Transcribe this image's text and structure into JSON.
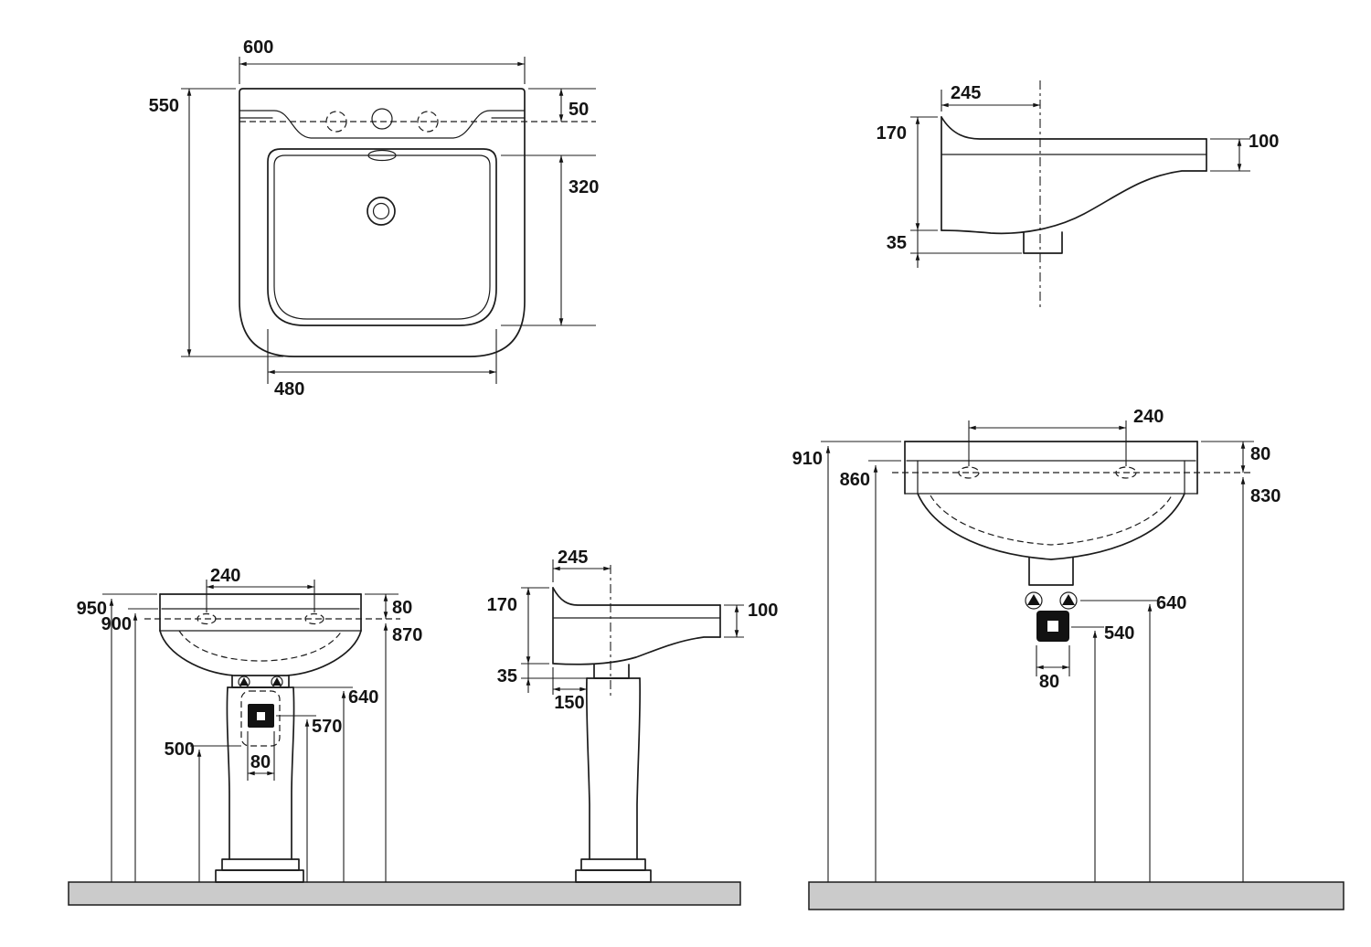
{
  "background": "#ffffff",
  "line_color": "#1c1c1c",
  "ground_color": "#cbcbcb",
  "views": {
    "plan": {
      "title": "washbasin-top-view",
      "dims": {
        "width": "600",
        "depth": "550",
        "hole_offset": "50",
        "basin_depth": "320",
        "basin_width": "480"
      }
    },
    "side": {
      "title": "washbasin-side-section",
      "dims": {
        "depth_to_center": "245",
        "height": "170",
        "outlet_drop": "35",
        "rim_height": "100"
      }
    },
    "front_pedestal": {
      "title": "front-view-with-pedestal",
      "dims": {
        "total_height": "950",
        "rim_height": "900",
        "hole_spacing": "240",
        "hole_drop": "80",
        "hole_height": "870",
        "bracket_height": "640",
        "outlet_height": "570",
        "opening_height": "500",
        "outlet_width": "80"
      }
    },
    "side_pedestal": {
      "title": "side-view-with-pedestal",
      "dims": {
        "depth_to_center": "245",
        "height": "170",
        "outlet_drop": "35",
        "rim_height": "100",
        "pedestal_depth": "150"
      }
    },
    "front_wall": {
      "title": "front-view-wall-hung",
      "dims": {
        "total_height": "910",
        "rim_height": "860",
        "hole_spacing": "240",
        "hole_drop": "80",
        "hole_height": "830",
        "bracket_height": "640",
        "outlet_height": "540",
        "outlet_width": "80"
      }
    }
  }
}
